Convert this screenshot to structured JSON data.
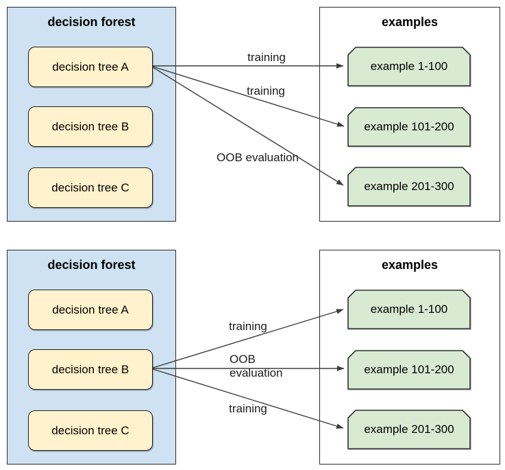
{
  "colors": {
    "forest_box_fill": "#cfe2f3",
    "tree_node_fill": "#fff2cc",
    "example_card_fill": "#d9ead3",
    "box_border": "#2b2b2b",
    "arrow_color": "#3d3d3d",
    "background": "#ffffff"
  },
  "panels": [
    {
      "forest": {
        "title": "decision forest",
        "trees": [
          "decision tree A",
          "decision tree B",
          "decision tree C"
        ]
      },
      "examples": {
        "title": "examples",
        "cards": [
          "example 1-100",
          "example 101-200",
          "example 201-300"
        ]
      },
      "arrow_labels": [
        "training",
        "training",
        "OOB evaluation"
      ]
    },
    {
      "forest": {
        "title": "decision forest",
        "trees": [
          "decision tree A",
          "decision tree B",
          "decision tree C"
        ]
      },
      "examples": {
        "title": "examples",
        "cards": [
          "example 1-100",
          "example 101-200",
          "example 201-300"
        ]
      },
      "arrow_labels": [
        "training",
        "OOB evaluation",
        "training"
      ]
    }
  ]
}
